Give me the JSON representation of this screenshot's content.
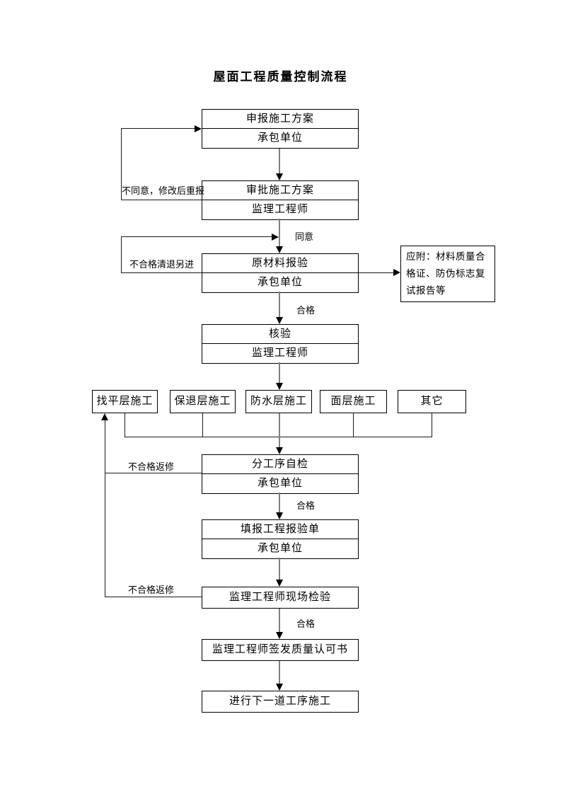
{
  "page": {
    "title": "屋面工程质量控制流程"
  },
  "flow": {
    "declare_plan": {
      "title": "申报施工方案",
      "owner": "承包单位"
    },
    "approve_plan": {
      "title": "审批施工方案",
      "owner": "监理工程师"
    },
    "material_inspection": {
      "title": "原材料报验",
      "owner": "承包单位"
    },
    "attachment_note": "应附：材料质量合格证、防伪标志复试报告等",
    "verification": {
      "title": "核验",
      "owner": "监理工程师"
    },
    "processes": {
      "p1": "找平层施工",
      "p2": "保退层施工",
      "p3": "防水层施工",
      "p4": "面层施工",
      "p5": "其它"
    },
    "self_check": {
      "title": "分工序自检",
      "owner": "承包单位"
    },
    "report_form": {
      "title": "填报工程报验单",
      "owner": "承包单位"
    },
    "site_inspection": "监理工程师现场检验",
    "quality_certificate": "监理工程师签发质量认可书",
    "next_step": "进行下一道工序施工"
  },
  "labels": {
    "disagree": "不同意，修改后重报",
    "agree": "同意",
    "reject_material": "不合格清退另进",
    "pass_1": "合格",
    "rework_1": "不合格返修",
    "pass_2": "合格",
    "rework_2": "不合格返修",
    "pass_3": "合格"
  },
  "colors": {
    "box_border": "#000000",
    "flow_line": "#808080",
    "thin_line": "#1a1a1a",
    "text": "#000000",
    "background": "#ffffff"
  }
}
